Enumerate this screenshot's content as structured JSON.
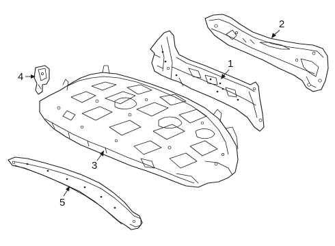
{
  "callouts": [
    {
      "id": "1",
      "label": "1"
    },
    {
      "id": "2",
      "label": "2"
    },
    {
      "id": "3",
      "label": "3"
    },
    {
      "id": "4",
      "label": "4"
    },
    {
      "id": "5",
      "label": "5"
    }
  ],
  "colors": {
    "line": "#1a1a1a",
    "background": "#ffffff"
  }
}
